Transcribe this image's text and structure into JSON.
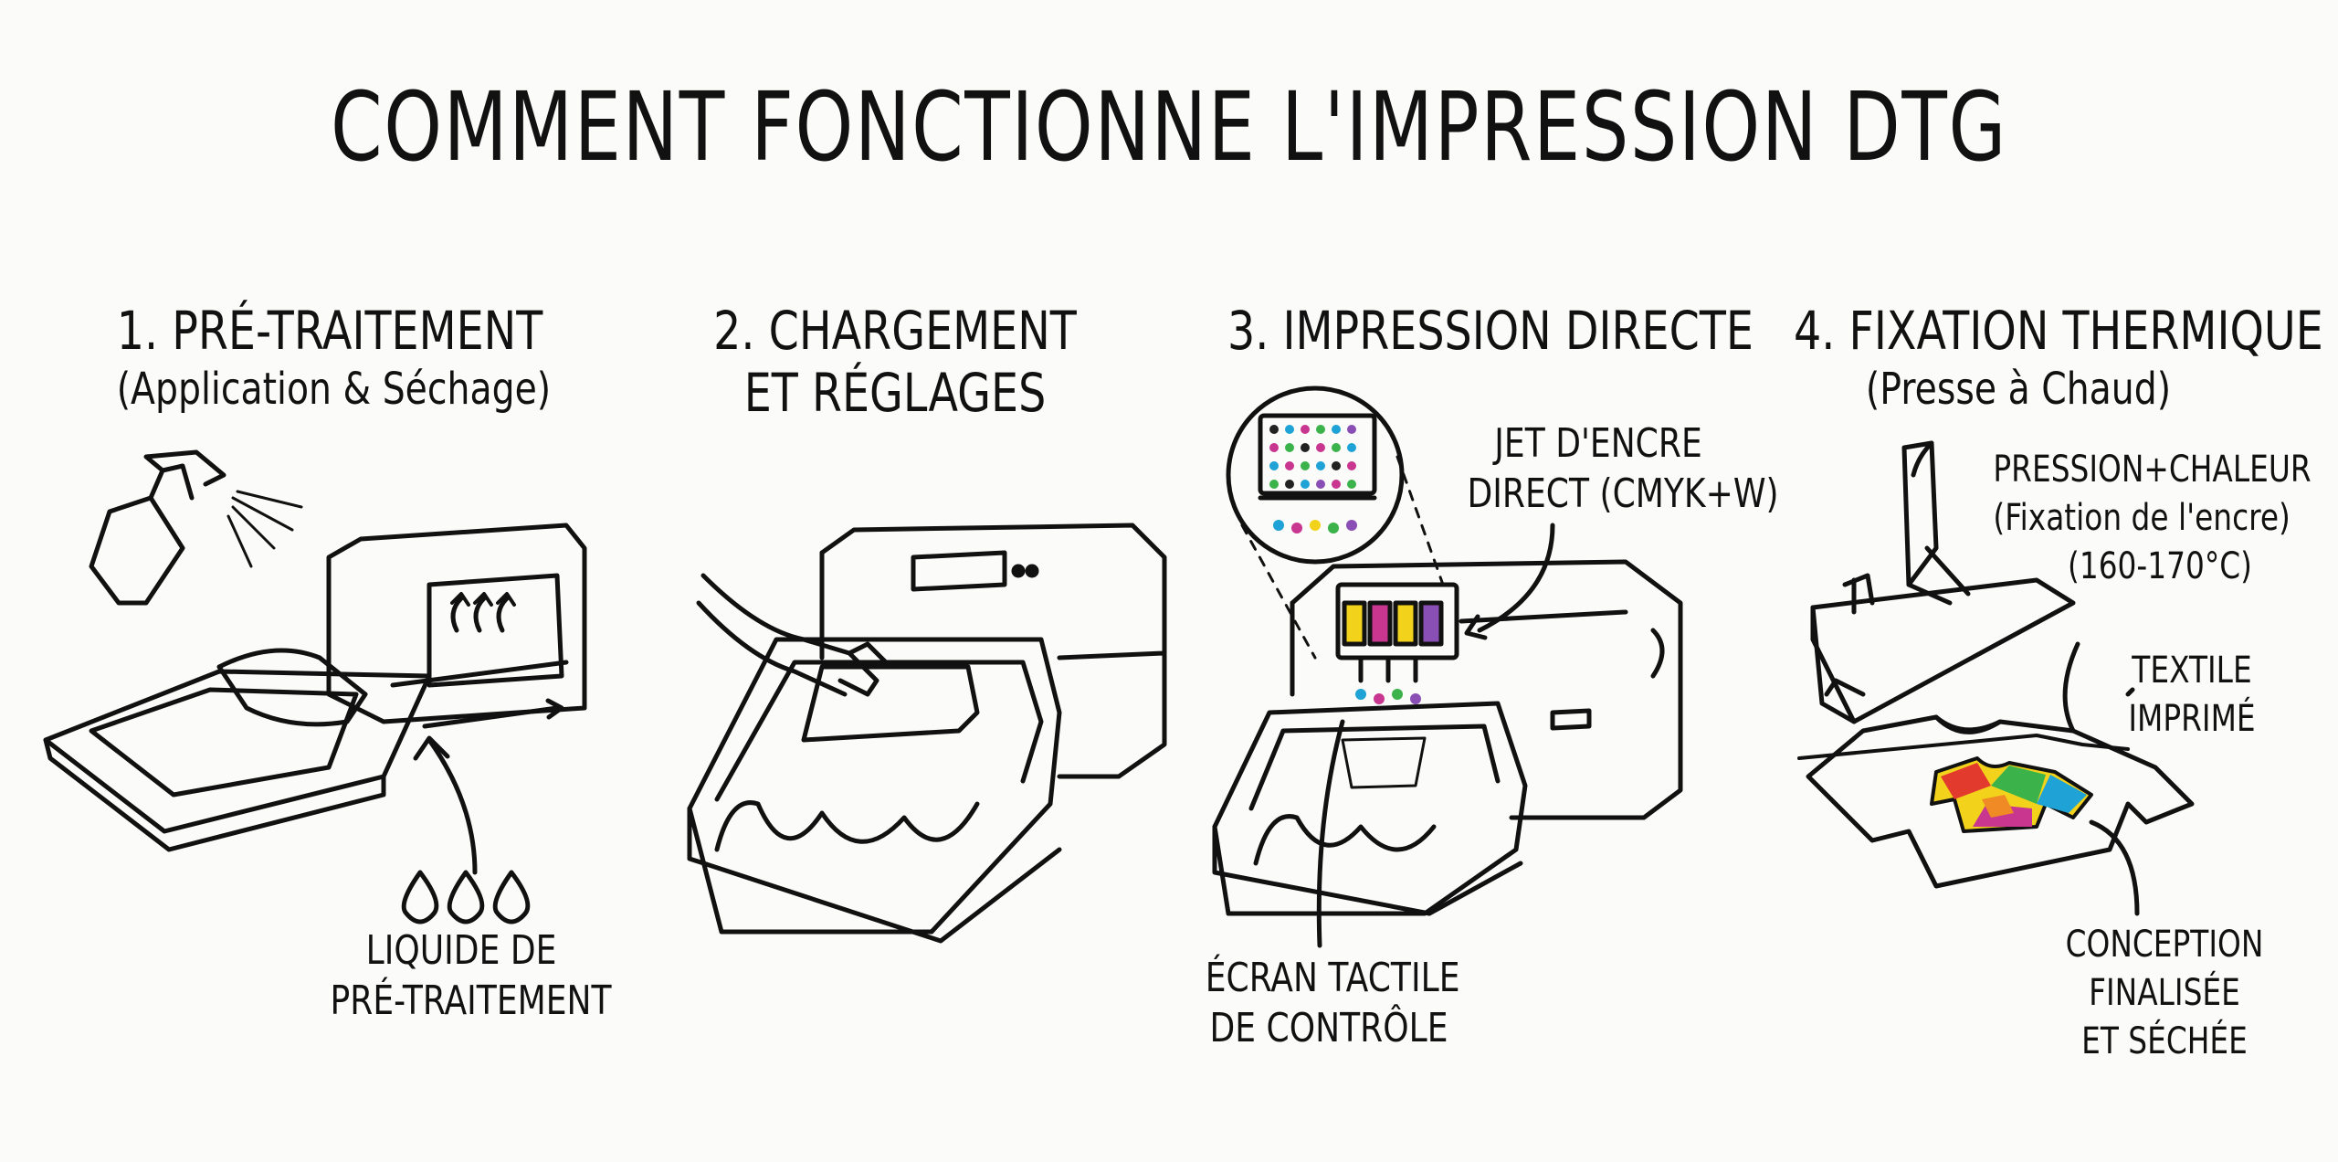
{
  "title": "COMMENT FONCTIONNE L'IMPRESSION DTG",
  "steps": [
    {
      "title": "1. PRÉ-TRAITEMENT",
      "subtitle": "(Application & Séchage)",
      "annotations": {
        "liquid_l1": "LIQUIDE DE",
        "liquid_l2": "PRÉ-TRAITEMENT"
      }
    },
    {
      "title_l1": "2. CHARGEMENT",
      "title_l2": "ET RÉGLAGES"
    },
    {
      "title": "3. IMPRESSION DIRECTE",
      "annotations": {
        "ink_l1": "JET D'ENCRE",
        "ink_l2": "DIRECT (CMYK+W)",
        "screen_l1": "ÉCRAN TACTILE",
        "screen_l2": "DE CONTRÔLE"
      }
    },
    {
      "title": "4. FIXATION THERMIQUE",
      "subtitle": "(Presse à Chaud)",
      "annotations": {
        "press_l1": "PRESSION+CHALEUR",
        "press_l2": "(Fixation de l'encre)",
        "press_l3": "(160-170°C)",
        "textile_l1": "TEXTILE",
        "textile_l2": "IMPRIMÉ",
        "design_l1": "CONCEPTION",
        "design_l2": "FINALISÉE",
        "design_l3": "ET SÉCHÉE"
      }
    }
  ],
  "colors": {
    "line": "#111111",
    "cyan": "#1fa2d6",
    "magenta": "#c8368f",
    "yellow": "#f2d21b",
    "black": "#222222",
    "white": "#ffffff",
    "ink_green": "#3bb34a",
    "ink_purple": "#8a4fb5"
  }
}
